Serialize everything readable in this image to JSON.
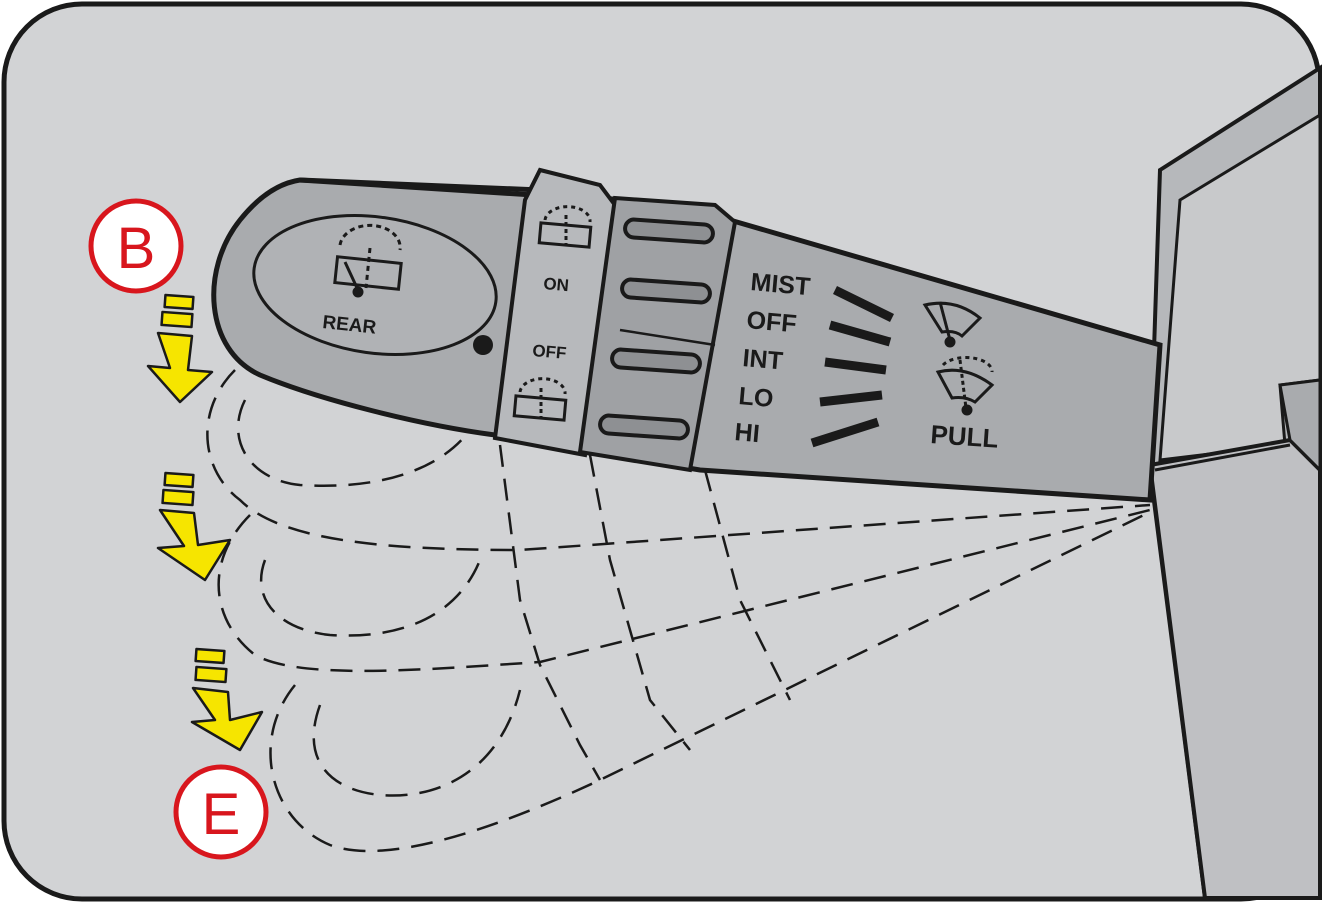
{
  "illustration": {
    "rear_label": "REAR",
    "on_label": "ON",
    "off_label": "OFF",
    "mode_labels": [
      "MIST",
      "OFF",
      "INT",
      "LO",
      "HI"
    ],
    "pull_label": "PULL",
    "callouts": {
      "start": "B",
      "end": "E"
    },
    "colors": {
      "panel_bg": "#d2d3d5",
      "stalk": "#a9abae",
      "outline": "#1a1a1a",
      "callout_ring": "#d8161d",
      "arrow_fill": "#f6e500"
    },
    "icons": [
      "rear-wiper-icon",
      "washer-icon",
      "front-wiper-icon",
      "front-washer-icon",
      "motion-arrow-icon"
    ]
  }
}
